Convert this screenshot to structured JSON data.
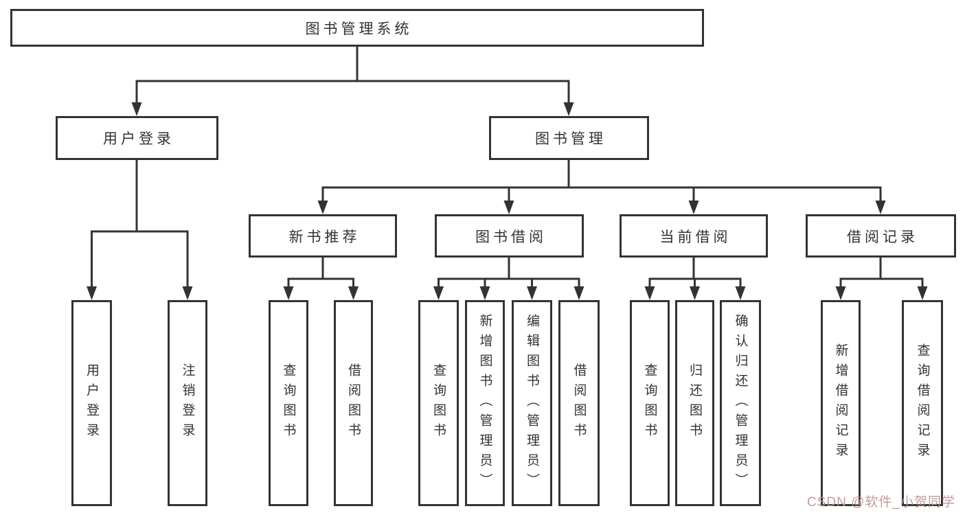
{
  "diagram": {
    "title": "图书管理系统",
    "root": {
      "label": "图书管理系统"
    },
    "branches": [
      {
        "label": "用户登录",
        "children": [
          {
            "label": "用户登录"
          },
          {
            "label": "注销登录"
          }
        ]
      },
      {
        "label": "图书管理",
        "children": [
          {
            "label": "新书推荐",
            "children": [
              {
                "label": "查询图书"
              },
              {
                "label": "借阅图书"
              }
            ]
          },
          {
            "label": "图书借阅",
            "children": [
              {
                "label": "查询图书"
              },
              {
                "label": "新增图书（管理员）"
              },
              {
                "label": "编辑图书（管理员）"
              },
              {
                "label": "借阅图书"
              }
            ]
          },
          {
            "label": "当前借阅",
            "children": [
              {
                "label": "查询图书"
              },
              {
                "label": "归还图书"
              },
              {
                "label": "确认归还（管理员）"
              }
            ]
          },
          {
            "label": "借阅记录",
            "children": [
              {
                "label": "新增借阅记录"
              },
              {
                "label": "查询借阅记录"
              }
            ]
          }
        ]
      }
    ]
  },
  "watermark": {
    "text": "CSDN @软件_小贺同学"
  },
  "colors": {
    "line": "#333333",
    "text": "#333333",
    "background": "#ffffff",
    "watermark": "#ba9092"
  }
}
